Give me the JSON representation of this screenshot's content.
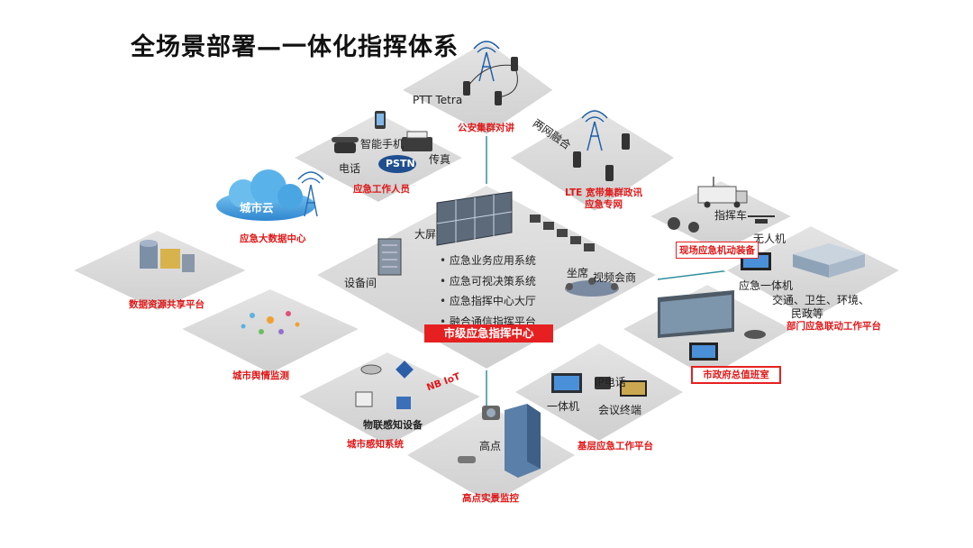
{
  "title": "全场景部署—一体化指挥体系",
  "center": {
    "name": "市级应急指挥中心",
    "screen": "大屏",
    "room": "设备间",
    "seats": "坐席",
    "video_conf": "视频会商",
    "functions": [
      "应急业务应用系统",
      "应急可视决策系统",
      "应急指挥中心大厅",
      "融合通信指挥平台"
    ]
  },
  "police": {
    "label": "公安集群对讲",
    "tech": "PTT Tetra"
  },
  "lte": {
    "label": "LTE 宽带集群政讯 应急专网",
    "side": "两网融合"
  },
  "staff": {
    "label": "应急工作人员",
    "phone": "智能手机",
    "tel": "电话",
    "pstn": "PSTN",
    "fax": "传真"
  },
  "cloud": {
    "label": "城市云",
    "caption": "应急大数据中心"
  },
  "data_share": {
    "label": "数据资源共享平台"
  },
  "opinion": {
    "label": "城市舆情监测"
  },
  "iot": {
    "label": "城市感知系统",
    "device": "物联感知设备",
    "nb": "NB IoT"
  },
  "highpoint": {
    "label": "高点实景监控",
    "point": "高点"
  },
  "basic": {
    "label": "基层应急工作平台",
    "all_in_one": "一体机",
    "ip_phone": "IP电话",
    "conf_terminal": "会议终端"
  },
  "gov_duty": {
    "label": "市政府总值班室"
  },
  "field": {
    "label": "现场应急机动装备",
    "truck": "指挥车",
    "drone": "无人机"
  },
  "dept": {
    "label": "部门应急联动工作平台",
    "all_in_one": "应急一体机",
    "desc1": "交通、卫生、环境、",
    "desc2": "民政等"
  },
  "colors": {
    "accent": "#e62020",
    "tile": "#d9d9d9",
    "line": "#2f8f9d",
    "cloud": "#3a9ad9"
  }
}
